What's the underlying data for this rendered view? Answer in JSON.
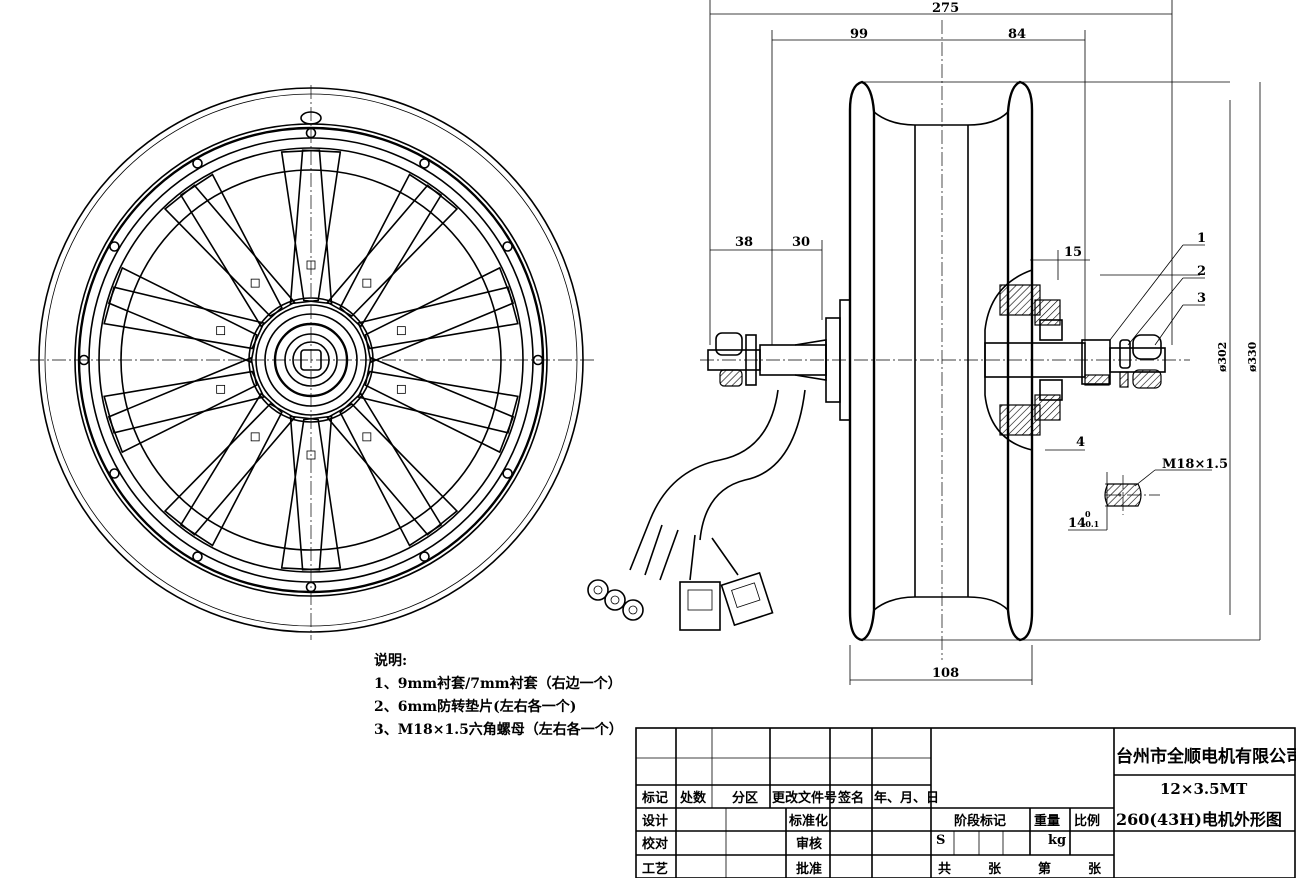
{
  "drawing": {
    "dimensions": {
      "overall_width": "275",
      "left_offset": "99",
      "right_offset": "84",
      "axle_left_a": "38",
      "axle_left_b": "30",
      "right_axle": "15",
      "right_small": "4",
      "rim_width": "108",
      "dia_inner": "ø302",
      "dia_outer": "ø330",
      "thread": "M18×1.5",
      "flat_width": "14",
      "flat_tol_upper": "0",
      "flat_tol_lower": "-0.1"
    },
    "balloons": [
      "1",
      "2",
      "3"
    ]
  },
  "notes": {
    "title": "说明:",
    "items": [
      "1、9mm衬套/7mm衬套（右边一个）",
      "2、6mm防转垫片(左右各一个)",
      "3、M18×1.5六角螺母（左右各一个）"
    ]
  },
  "title_block": {
    "headers": [
      "标记",
      "处数",
      "分区",
      "更改文件号",
      "签名",
      "年、月、日"
    ],
    "row_labels": [
      "设计",
      "校对",
      "工艺"
    ],
    "mid_labels": [
      "标准化",
      "审核",
      "批准"
    ],
    "stage_label": "阶段标记",
    "weight_label": "重量",
    "scale_label": "比例",
    "stage_value": "S",
    "weight_unit": "kg",
    "sheet_total": "共",
    "sheet_unit1": "张",
    "sheet_no": "第",
    "sheet_unit2": "张",
    "company": "台州市全顺电机有限公司",
    "model": "12×3.5MT",
    "drawing_title": "260(43H)电机外形图"
  }
}
